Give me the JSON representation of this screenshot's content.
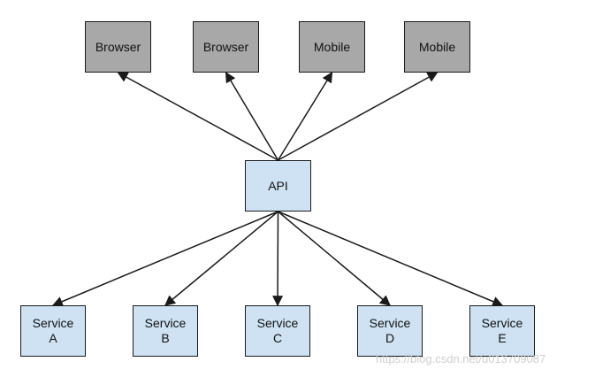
{
  "diagram": {
    "clients": [
      {
        "id": "browser-1",
        "label": "Browser"
      },
      {
        "id": "browser-2",
        "label": "Browser"
      },
      {
        "id": "mobile-1",
        "label": "Mobile"
      },
      {
        "id": "mobile-2",
        "label": "Mobile"
      }
    ],
    "api": {
      "label": "API"
    },
    "services": [
      {
        "id": "service-a",
        "line1": "Service",
        "line2": "A"
      },
      {
        "id": "service-b",
        "line1": "Service",
        "line2": "B"
      },
      {
        "id": "service-c",
        "line1": "Service",
        "line2": "C"
      },
      {
        "id": "service-d",
        "line1": "Service",
        "line2": "D"
      },
      {
        "id": "service-e",
        "line1": "Service",
        "line2": "E"
      }
    ],
    "edges": [
      {
        "from": "api",
        "to": "browser-1"
      },
      {
        "from": "api",
        "to": "browser-2"
      },
      {
        "from": "api",
        "to": "mobile-1"
      },
      {
        "from": "api",
        "to": "mobile-2"
      },
      {
        "from": "api",
        "to": "service-a"
      },
      {
        "from": "api",
        "to": "service-b"
      },
      {
        "from": "api",
        "to": "service-c"
      },
      {
        "from": "api",
        "to": "service-d"
      },
      {
        "from": "api",
        "to": "service-e"
      }
    ],
    "colors": {
      "client_fill": "#a8a8a8",
      "service_fill": "#cfe2f3",
      "stroke": "#1a1a1a"
    }
  },
  "watermark": "https://blog.csdn.net/u013709087"
}
